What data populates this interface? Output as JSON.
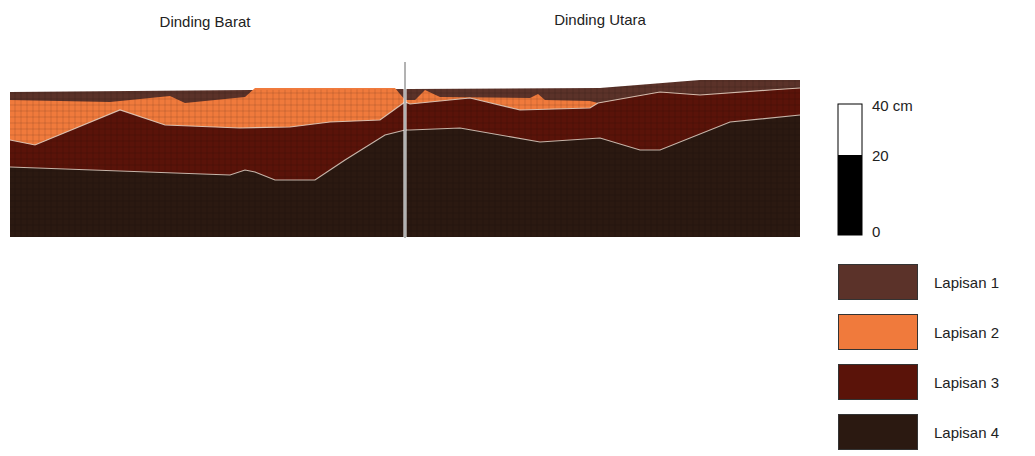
{
  "diagram": {
    "labels": [
      "Dinding Barat",
      "Dinding Utara",
      "40 cm",
      "20",
      "0"
    ],
    "legend": [
      {
        "text": "Lapisan 1",
        "color": "#5b3229"
      },
      {
        "text": "Lapisan 2",
        "color": "#f07a3c"
      },
      {
        "text": "Lapisan 3",
        "color": "#5a1309"
      },
      {
        "text": "Lapisan 4",
        "color": "#2b1911"
      }
    ]
  }
}
